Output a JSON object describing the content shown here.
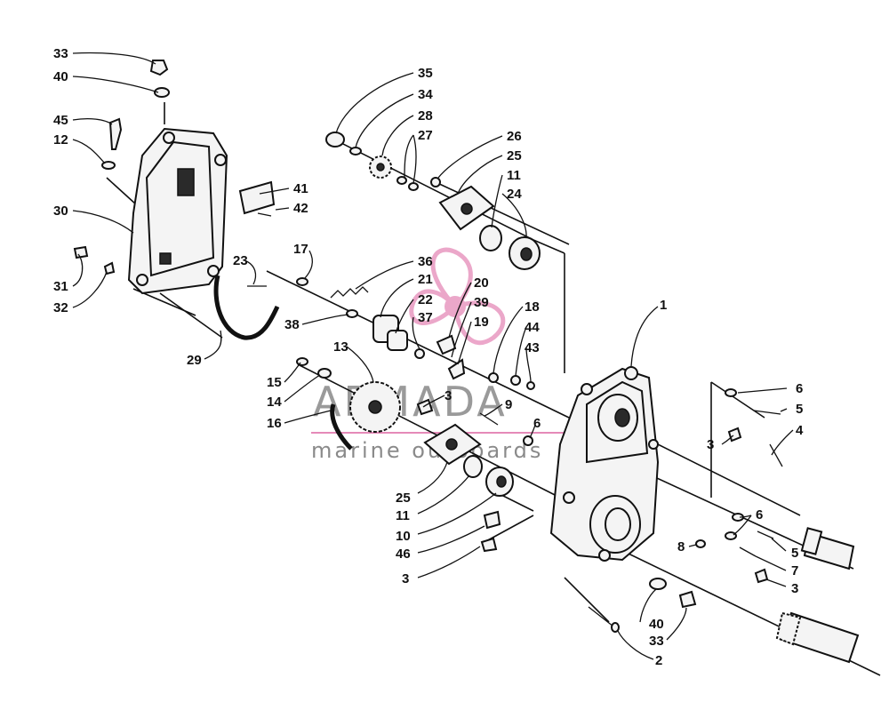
{
  "watermark": {
    "brand": "ARMADA",
    "tagline": "marine outboards",
    "accent_color": "#e58ab8"
  },
  "callouts": [
    {
      "id": "33",
      "label": "33"
    },
    {
      "id": "40",
      "label": "40"
    },
    {
      "id": "45",
      "label": "45"
    },
    {
      "id": "12",
      "label": "12"
    },
    {
      "id": "30",
      "label": "30"
    },
    {
      "id": "31",
      "label": "31"
    },
    {
      "id": "32",
      "label": "32"
    },
    {
      "id": "41",
      "label": "41"
    },
    {
      "id": "42",
      "label": "42"
    },
    {
      "id": "23",
      "label": "23"
    },
    {
      "id": "29",
      "label": "29"
    },
    {
      "id": "17",
      "label": "17"
    },
    {
      "id": "38",
      "label": "38"
    },
    {
      "id": "36",
      "label": "36"
    },
    {
      "id": "21",
      "label": "21"
    },
    {
      "id": "22",
      "label": "22"
    },
    {
      "id": "37",
      "label": "37"
    },
    {
      "id": "20",
      "label": "20"
    },
    {
      "id": "39",
      "label": "39"
    },
    {
      "id": "19",
      "label": "19"
    },
    {
      "id": "35",
      "label": "35"
    },
    {
      "id": "34",
      "label": "34"
    },
    {
      "id": "28",
      "label": "28"
    },
    {
      "id": "27",
      "label": "27"
    },
    {
      "id": "26",
      "label": "26"
    },
    {
      "id": "25",
      "label": "25"
    },
    {
      "id": "11",
      "label": "11"
    },
    {
      "id": "24",
      "label": "24"
    },
    {
      "id": "18",
      "label": "18"
    },
    {
      "id": "44",
      "label": "44"
    },
    {
      "id": "43",
      "label": "43"
    },
    {
      "id": "1",
      "label": "1"
    },
    {
      "id": "13",
      "label": "13"
    },
    {
      "id": "15",
      "label": "15"
    },
    {
      "id": "14",
      "label": "14"
    },
    {
      "id": "16",
      "label": "16"
    },
    {
      "id": "3",
      "label": "3"
    },
    {
      "id": "9",
      "label": "9"
    },
    {
      "id": "6",
      "label": "6"
    },
    {
      "id": "5",
      "label": "5"
    },
    {
      "id": "4",
      "label": "4"
    },
    {
      "id": "10",
      "label": "10"
    },
    {
      "id": "46",
      "label": "46"
    },
    {
      "id": "8",
      "label": "8"
    },
    {
      "id": "7",
      "label": "7"
    },
    {
      "id": "2",
      "label": "2"
    }
  ]
}
